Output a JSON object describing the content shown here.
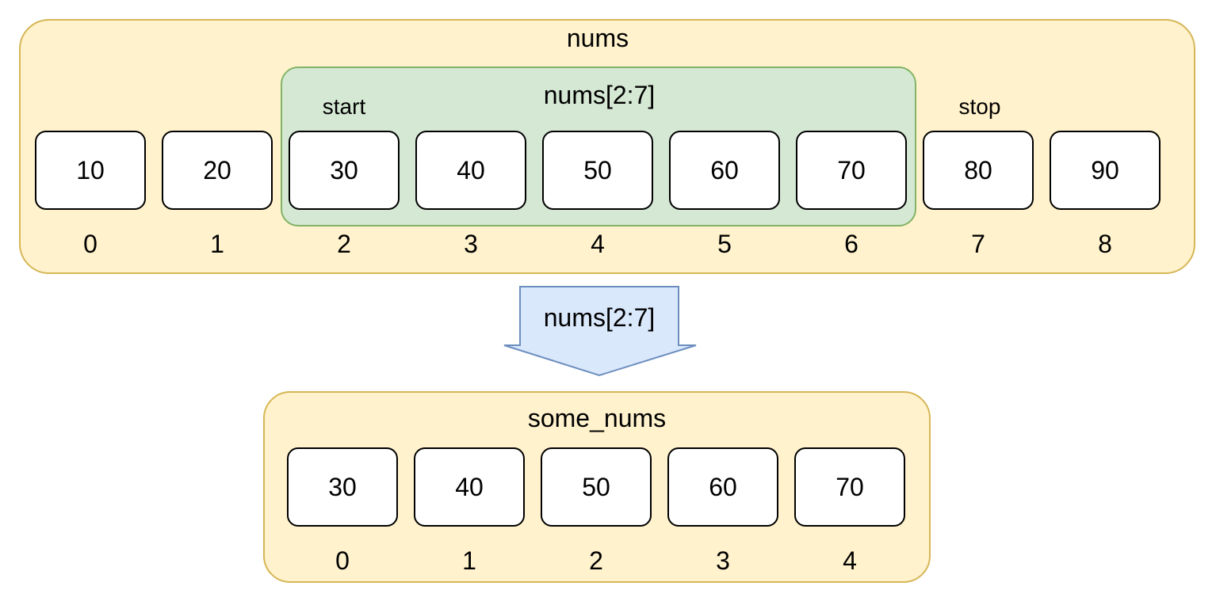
{
  "nums": {
    "title": "nums",
    "values": [
      "10",
      "20",
      "30",
      "40",
      "50",
      "60",
      "70",
      "80",
      "90"
    ],
    "indices": [
      "0",
      "1",
      "2",
      "3",
      "4",
      "5",
      "6",
      "7",
      "8"
    ]
  },
  "slice": {
    "title": "nums[2:7]",
    "start_label": "start",
    "stop_label": "stop"
  },
  "arrow": {
    "label": "nums[2:7]"
  },
  "some_nums": {
    "title": "some_nums",
    "values": [
      "30",
      "40",
      "50",
      "60",
      "70"
    ],
    "indices": [
      "0",
      "1",
      "2",
      "3",
      "4"
    ]
  },
  "colors": {
    "container_fill": "#fff2cc",
    "container_stroke": "#d6b656",
    "slice_fill": "#d5e8d4",
    "slice_stroke": "#82b366",
    "arrow_fill": "#dae8fc",
    "arrow_stroke": "#6c8ebf"
  }
}
